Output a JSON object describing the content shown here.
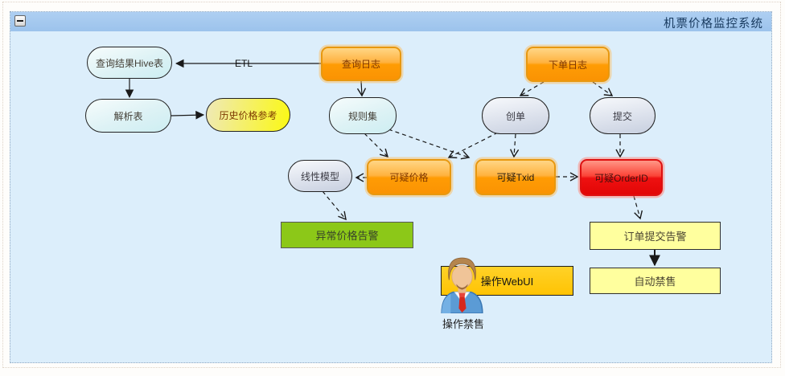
{
  "header": {
    "title": "机票价格监控系统"
  },
  "icons": {
    "collapse": "minus-icon",
    "operator": "operator-person-icon"
  },
  "nodes": {
    "hive": {
      "label": "查询结果Hive表"
    },
    "query_log": {
      "label": "查询日志"
    },
    "order_log": {
      "label": "下单日志"
    },
    "parse_table": {
      "label": "解析表"
    },
    "history_ref": {
      "label": "历史价格参考"
    },
    "rule_set": {
      "label": "规则集"
    },
    "create_order": {
      "label": "创单"
    },
    "submit": {
      "label": "提交"
    },
    "linear_model": {
      "label": "线性模型"
    },
    "suspect_price": {
      "label": "可疑价格"
    },
    "suspect_txid": {
      "label": "可疑Txid"
    },
    "suspect_orderid": {
      "label": "可疑OrderID"
    },
    "price_alert": {
      "label": "异常价格告警"
    },
    "order_alert": {
      "label": "订单提交告警"
    },
    "auto_ban": {
      "label": "自动禁售"
    },
    "webui": {
      "label": "操作WebUI"
    },
    "operator": {
      "label": "操作禁售"
    }
  },
  "edges": {
    "etl_label": "ETL"
  },
  "colors": {
    "canvas": "#dceefb",
    "titlebar": "#a6c9ee",
    "title_text": "#17395e",
    "orange_node": "#ff9c04",
    "red_node": "#ee1111",
    "green_alert": "#8cc818",
    "yellow_alert": "#ffff9e",
    "gold_button": "#ffc60a",
    "cyan_node": "#cdeef2",
    "gray_node": "#c7cfdf",
    "yellow_stadium": "#fbf913",
    "edge_stroke": "#1a1a1a"
  }
}
